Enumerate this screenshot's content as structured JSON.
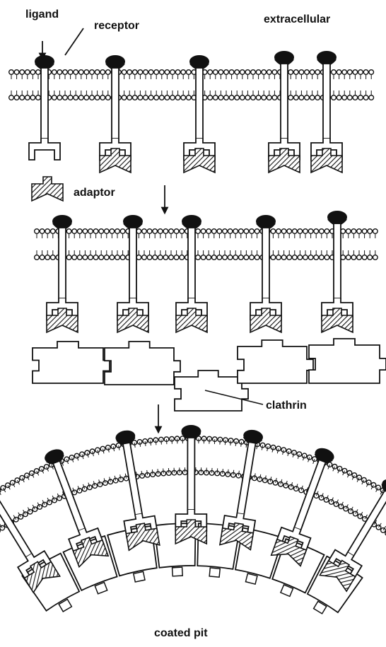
{
  "labels": {
    "ligand": "ligand",
    "receptor": "receptor",
    "extracellular": "extracellular",
    "adaptor": "adaptor",
    "clathrin": "clathrin",
    "coated_pit": "coated pit"
  },
  "colors": {
    "ink": "#111111",
    "paper": "#ffffff"
  },
  "icons": {
    "ligand": "ligand-blob-icon",
    "adaptor": "hatched-adaptor-icon",
    "clathrin": "clathrin-puzzle-block-icon",
    "arrow": "down-arrow-icon"
  }
}
